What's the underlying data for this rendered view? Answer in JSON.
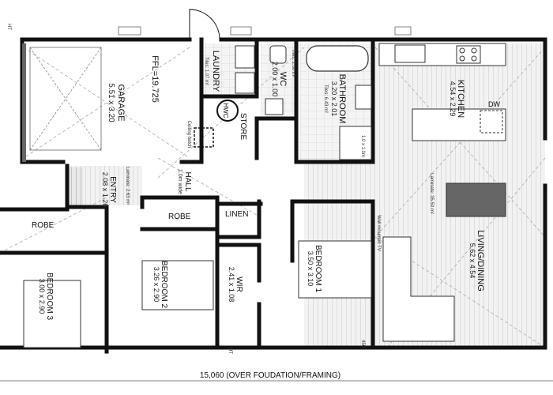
{
  "rooms": {
    "garage": {
      "name": "GARAGE",
      "size": "5.51 x 3.20",
      "ffl": "FFL=19.725"
    },
    "laundry": {
      "name": "LAUNDRY",
      "tiles": "Tiles: 1.07 m²"
    },
    "wc": {
      "name": "WC",
      "size": "2.00 x 1.00",
      "tiles": "Tiles: 2.00 m²"
    },
    "bathroom": {
      "name": "BATHROOM",
      "size": "3.20 x 2.01",
      "tiles": "Tiles: 6.43 m²"
    },
    "kitchen": {
      "name": "KITCHEN",
      "size": "4.54 x 2.29",
      "dw": "DW"
    },
    "hwc": {
      "name": "HWC"
    },
    "store": {
      "name": "STORE"
    },
    "ceiling_hatch": {
      "label": "Ceiling hatch"
    },
    "shower": {
      "label": "1.0 x 1.0m"
    },
    "entry": {
      "name": "ENTRY",
      "size": "2.08 x 1.26",
      "laminate": "Laminate: 2.63 m²"
    },
    "hall": {
      "name": "HALL",
      "width": "1.0m wide"
    },
    "living": {
      "name": "LIVING/DINING",
      "size": "5.62 x 4.54",
      "laminate": "Laminate: 35.50 m²"
    },
    "robe_left": {
      "name": "ROBE"
    },
    "robe_mid": {
      "name": "ROBE"
    },
    "linen": {
      "name": "LINEN"
    },
    "wir": {
      "name": "WIR",
      "size": "2.41 x 1.08"
    },
    "bedroom1": {
      "name": "BEDROOM 1",
      "size": "3.50 x 3.10"
    },
    "bedroom2": {
      "name": "BEDROOM 2",
      "size": "3.26 x 2.90"
    },
    "bedroom3": {
      "name": "BEDROOM 3",
      "size": "3.00 x 2.90"
    }
  },
  "annotations": {
    "wall_mounted_tv": "Wall mounted TV",
    "ht_top": "HT",
    "ht_bottom": "HT",
    "lamp": "450"
  },
  "dimension": {
    "overall": "15,060 (OVER FOUDATION/FRAMING)"
  }
}
